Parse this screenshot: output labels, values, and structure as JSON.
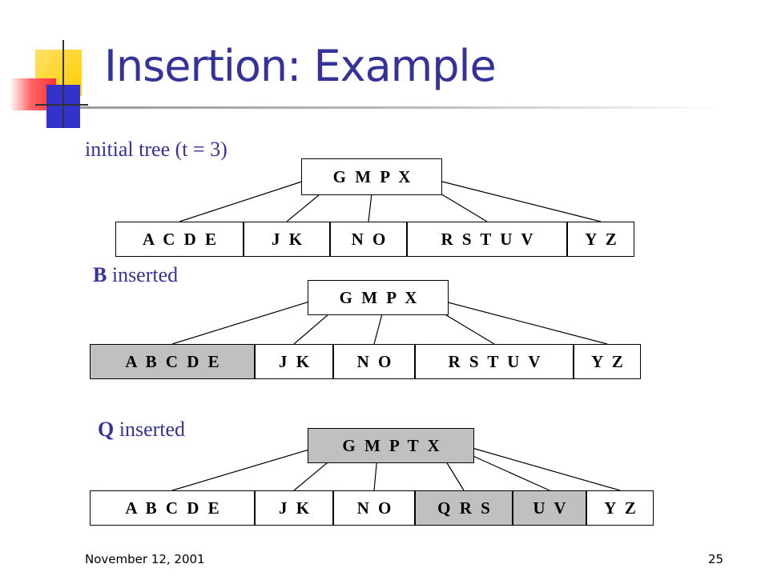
{
  "slide": {
    "title": "Insertion: Example",
    "date": "November 12, 2001",
    "page_number": "25"
  },
  "sections": [
    {
      "caption_bold": "",
      "caption_rest": "initial tree (t = 3)"
    },
    {
      "caption_bold": "B",
      "caption_rest": " inserted"
    },
    {
      "caption_bold": "Q",
      "caption_rest": " inserted"
    }
  ],
  "trees": [
    {
      "root": {
        "keys": "G M P X",
        "highlighted": false
      },
      "children": [
        {
          "keys": "A C D E",
          "highlighted": false
        },
        {
          "keys": "J K",
          "highlighted": false
        },
        {
          "keys": "N O",
          "highlighted": false
        },
        {
          "keys": "R S T U V",
          "highlighted": false
        },
        {
          "keys": "Y Z",
          "highlighted": false
        }
      ]
    },
    {
      "root": {
        "keys": "G M P X",
        "highlighted": false
      },
      "children": [
        {
          "keys": "A B C D E",
          "highlighted": true
        },
        {
          "keys": "J K",
          "highlighted": false
        },
        {
          "keys": "N O",
          "highlighted": false
        },
        {
          "keys": "R S T U V",
          "highlighted": false
        },
        {
          "keys": "Y Z",
          "highlighted": false
        }
      ]
    },
    {
      "root": {
        "keys": "G M P T X",
        "highlighted": true
      },
      "children": [
        {
          "keys": "A B C D E",
          "highlighted": false
        },
        {
          "keys": "J K",
          "highlighted": false
        },
        {
          "keys": "N O",
          "highlighted": false
        },
        {
          "keys": "Q R S",
          "highlighted": true
        },
        {
          "keys": "U V",
          "highlighted": true
        },
        {
          "keys": "Y Z",
          "highlighted": false
        }
      ]
    }
  ],
  "colors": {
    "title": "#333399",
    "highlight_fill": "#c0c0c0",
    "deco_yellow": "#ffcc00",
    "deco_red": "#ff3333",
    "deco_blue": "#3333cc"
  }
}
